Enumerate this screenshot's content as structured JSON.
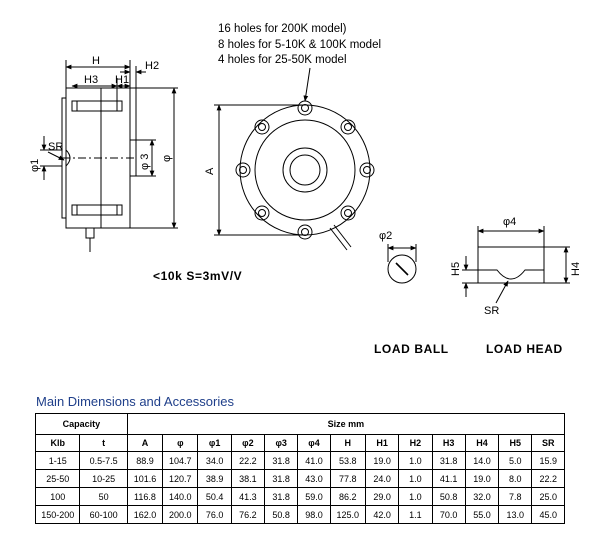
{
  "drawing": {
    "hole_notes": [
      "16 holes for 200K model)",
      "8 holes for 5-10K & 100K model",
      "4 holes for 25-50K model"
    ],
    "side_view": {
      "H": "H",
      "H3": "H3",
      "H1": "H1",
      "H2": "H2",
      "phi1": "φ1",
      "SR": "SR",
      "phi3": "φ 3",
      "phi": "φ"
    },
    "top_view": {
      "A": "A"
    },
    "sensitivity_note": "<10k  S=3mV/V",
    "load_ball": {
      "phi2": "φ2",
      "caption": "LOAD  BALL"
    },
    "load_head": {
      "phi4": "φ4",
      "H5": "H5",
      "H4": "H4",
      "SR": "SR",
      "caption": "LOAD  HEAD"
    }
  },
  "table": {
    "title": "Main Dimensions and Accessories",
    "capacity_header": "Capacity",
    "size_header": "Size mm",
    "columns": [
      "Klb",
      "t",
      "A",
      "φ",
      "φ1",
      "φ2",
      "φ3",
      "φ4",
      "H",
      "H1",
      "H2",
      "H3",
      "H4",
      "H5",
      "SR"
    ],
    "rows": [
      [
        "1-15",
        "0.5-7.5",
        "88.9",
        "104.7",
        "34.0",
        "22.2",
        "31.8",
        "41.0",
        "53.8",
        "19.0",
        "1.0",
        "31.8",
        "14.0",
        "5.0",
        "15.9"
      ],
      [
        "25-50",
        "10-25",
        "101.6",
        "120.7",
        "38.9",
        "38.1",
        "31.8",
        "43.0",
        "77.8",
        "24.0",
        "1.0",
        "41.1",
        "19.0",
        "8.0",
        "22.2"
      ],
      [
        "100",
        "50",
        "116.8",
        "140.0",
        "50.4",
        "41.3",
        "31.8",
        "59.0",
        "86.2",
        "29.0",
        "1.0",
        "50.8",
        "32.0",
        "7.8",
        "25.0"
      ],
      [
        "150-200",
        "60-100",
        "162.0",
        "200.0",
        "76.0",
        "76.2",
        "50.8",
        "98.0",
        "125.0",
        "42.0",
        "1.1",
        "70.0",
        "55.0",
        "13.0",
        "45.0"
      ]
    ]
  }
}
